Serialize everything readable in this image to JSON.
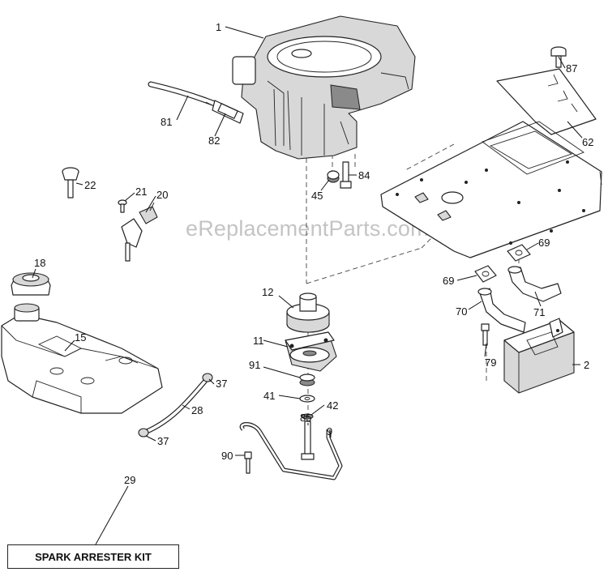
{
  "watermark": "eReplacementParts.com",
  "kit_label": "SPARK ARRESTER KIT",
  "callouts": {
    "c1": "1",
    "c87": "87",
    "c81": "81",
    "c62": "62",
    "c82": "82",
    "c84": "84",
    "c45": "45",
    "c22": "22",
    "c21": "21",
    "c20": "20",
    "c18": "18",
    "c69a": "69",
    "c69b": "69",
    "c12": "12",
    "c15": "15",
    "c70": "70",
    "c71": "71",
    "c11": "11",
    "c91": "91",
    "c37a": "37",
    "c79": "79",
    "c2": "2",
    "c41": "41",
    "c42": "42",
    "c28": "28",
    "c85": "85",
    "c9": "9",
    "c37b": "37",
    "c90": "90",
    "c29": "29"
  }
}
